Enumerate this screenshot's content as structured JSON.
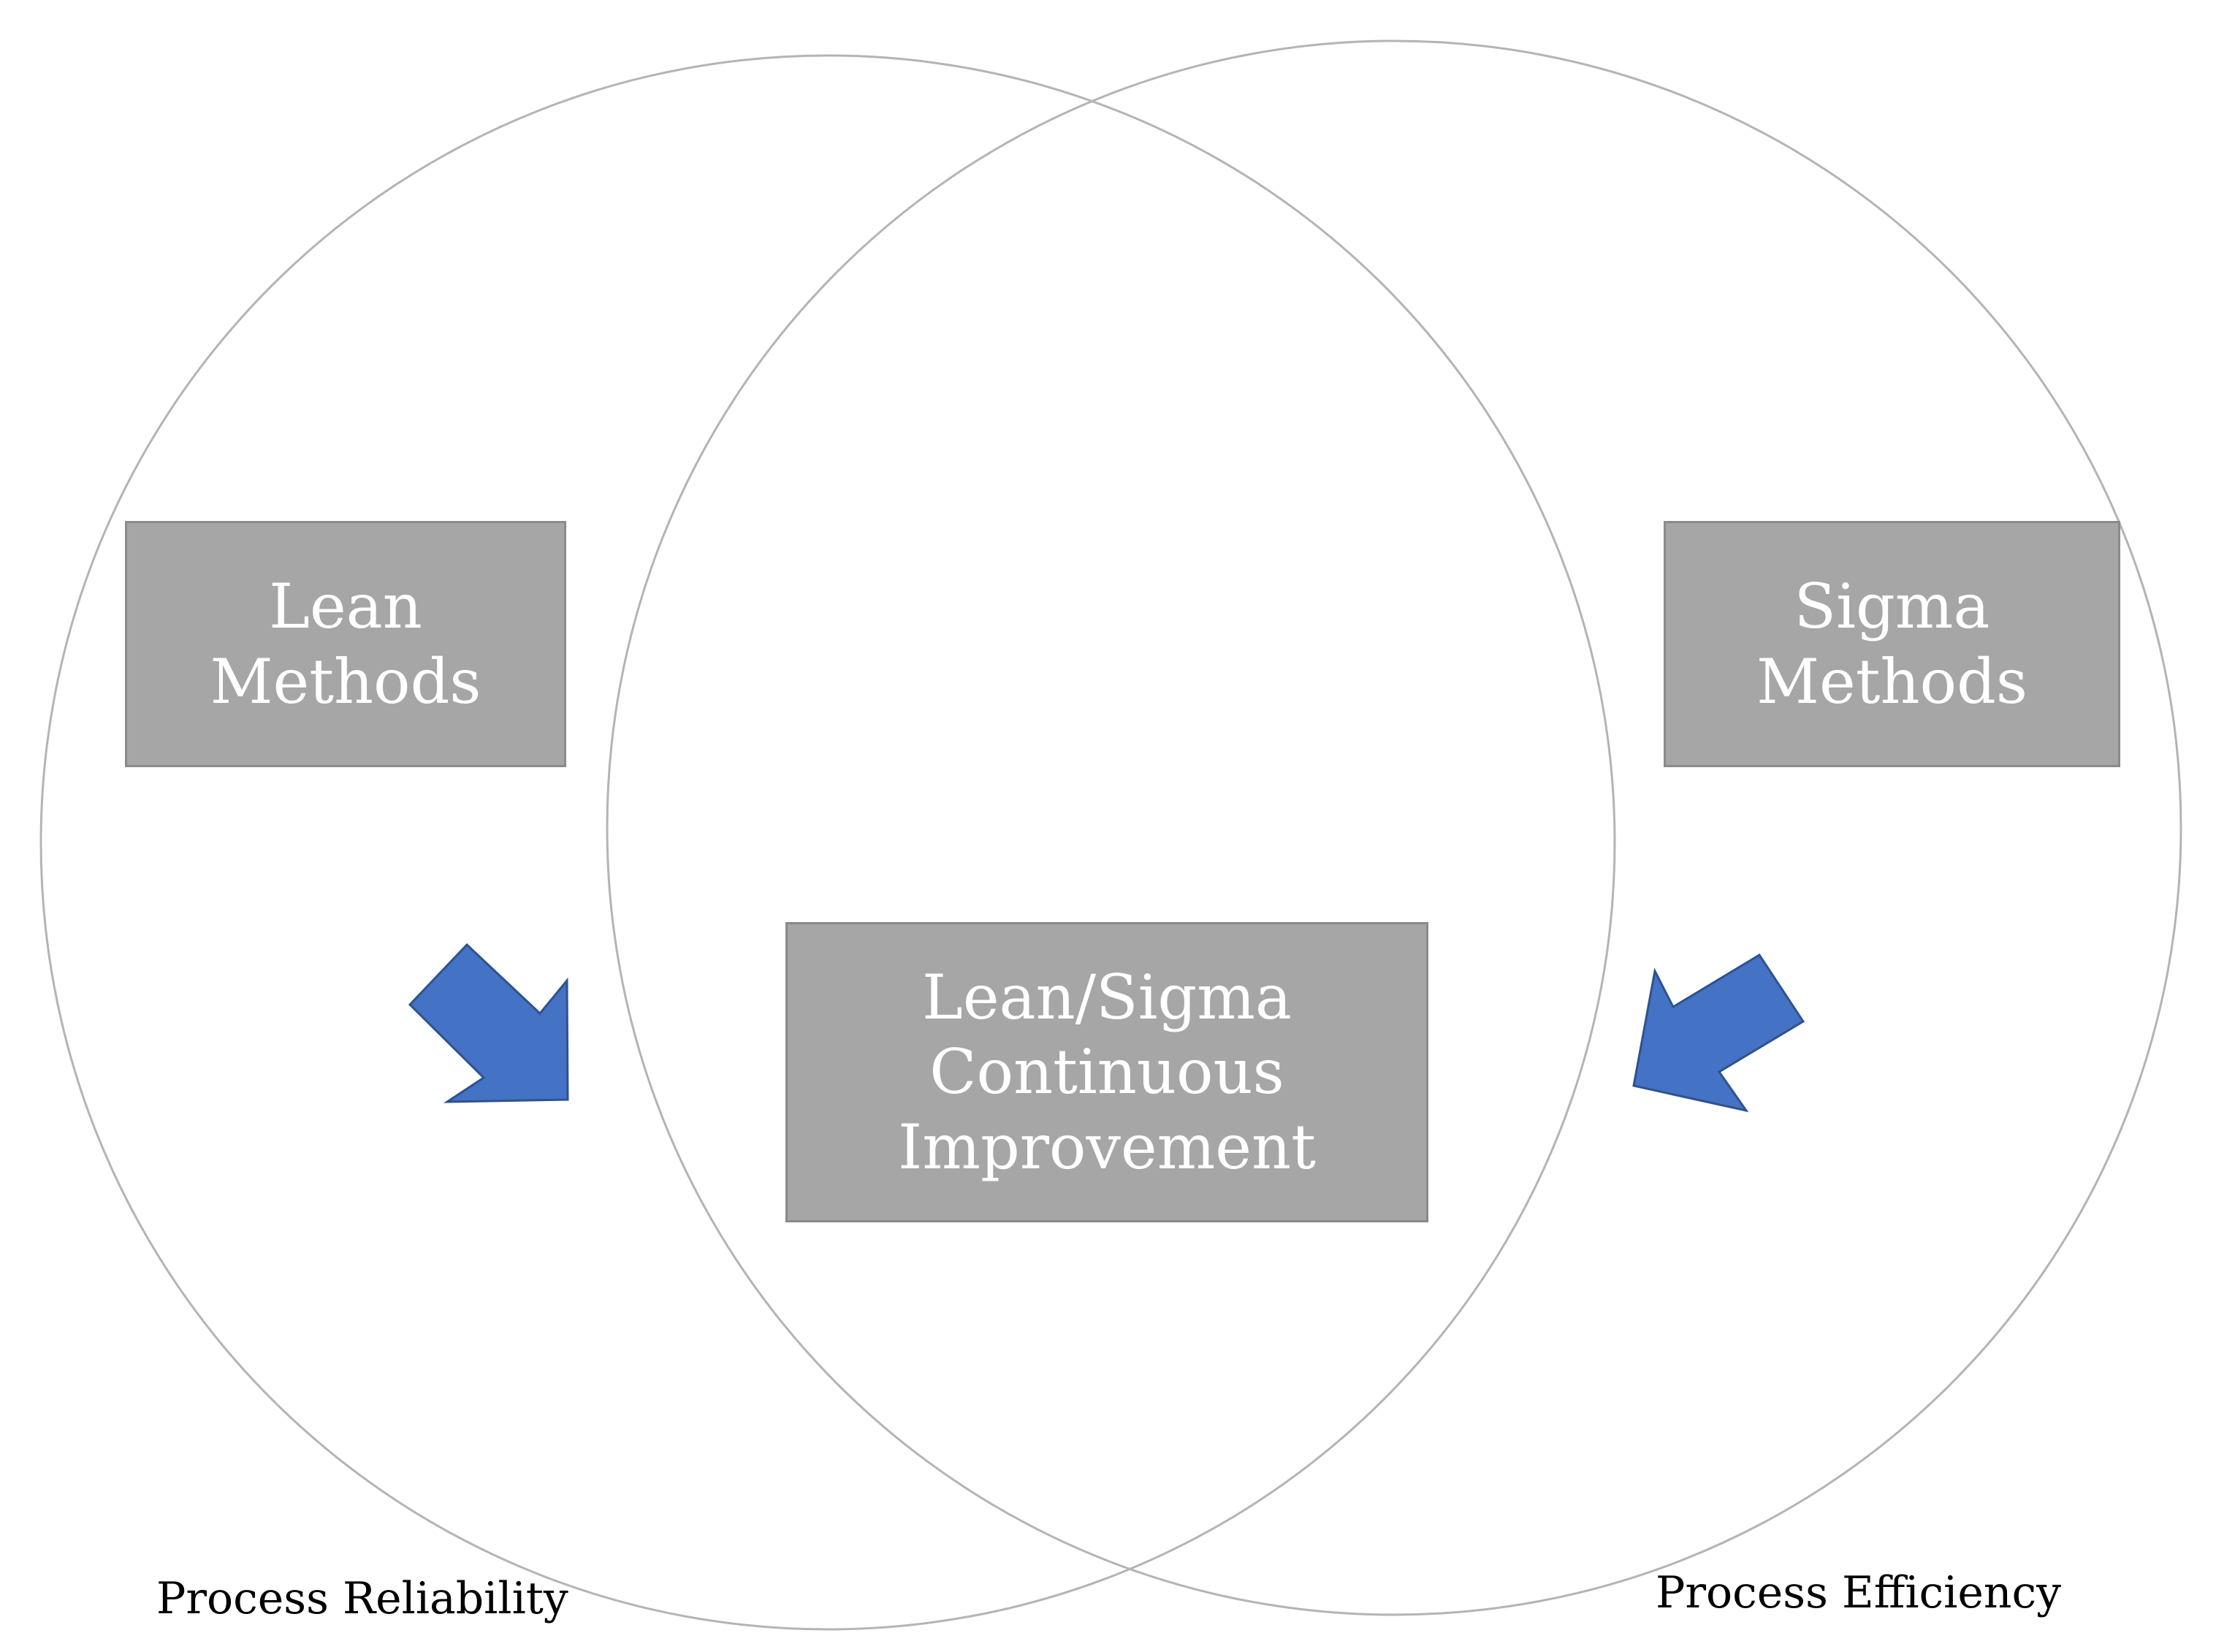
{
  "colors": {
    "background": "#ffffff",
    "circle_stroke": "#b4b4b4",
    "box_fill": "#a6a6a6",
    "box_border": "#8a8a8a",
    "box_text": "#ffffff",
    "arrow_fill": "#4472c4",
    "arrow_stroke": "#2f528f",
    "label_text": "#000000"
  },
  "circles": {
    "left_label": "Process Reliability",
    "right_label": "Process Efficiency"
  },
  "boxes": {
    "lean": {
      "line1": "Lean",
      "line2": "Methods"
    },
    "sigma": {
      "line1": "Sigma",
      "line2": "Methods"
    },
    "combined": {
      "line1": "Lean/Sigma",
      "line2": "Continuous",
      "line3": "Improvement"
    }
  },
  "arrows": {
    "left_icon": "arrow-down-right-icon",
    "right_icon": "arrow-down-left-icon"
  }
}
